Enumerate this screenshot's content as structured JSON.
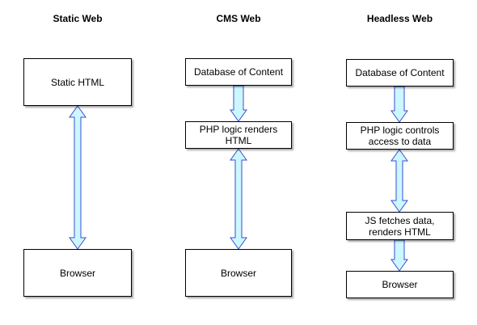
{
  "columns": [
    {
      "heading": "Static Web",
      "boxes": [
        "Static HTML",
        "Browser"
      ]
    },
    {
      "heading": "CMS Web",
      "boxes": [
        "Database of Content",
        "PHP logic renders\nHTML",
        "Browser"
      ]
    },
    {
      "heading": "Headless Web",
      "boxes": [
        "Database of Content",
        "PHP logic controls\naccess to data",
        "JS fetches data,\nrenders HTML",
        "Browser"
      ]
    }
  ],
  "arrows": [
    {
      "from": "Static HTML",
      "to": "Browser",
      "direction": "both"
    },
    {
      "from": "Database of Content",
      "to": "PHP logic renders HTML",
      "direction": "down"
    },
    {
      "from": "PHP logic renders HTML",
      "to": "Browser",
      "direction": "both"
    },
    {
      "from": "Database of Content",
      "to": "PHP logic controls access to data",
      "direction": "down"
    },
    {
      "from": "PHP logic controls access to data",
      "to": "JS fetches data, renders HTML",
      "direction": "both"
    },
    {
      "from": "JS fetches data, renders HTML",
      "to": "Browser",
      "direction": "down"
    }
  ],
  "colors": {
    "arrow_fill": "#ccf7ff",
    "arrow_stroke": "#3a4fd0",
    "box_border": "#000000"
  }
}
